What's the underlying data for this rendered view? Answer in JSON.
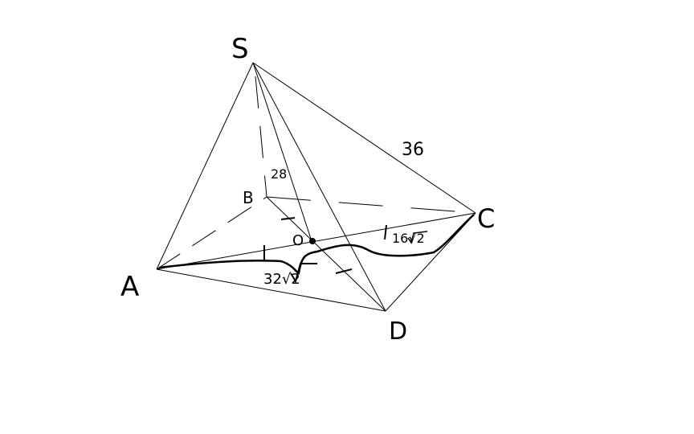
{
  "vertices": {
    "S": "S",
    "A": "A",
    "B": "B",
    "C": "C",
    "D": "D",
    "O": "O"
  },
  "measures": {
    "height_SB": "28",
    "edge_SC": "36",
    "segment_OC": "16√2",
    "segment_AO": "32√2"
  },
  "colors": {
    "ink": "#000000",
    "background": "#ffffff"
  }
}
